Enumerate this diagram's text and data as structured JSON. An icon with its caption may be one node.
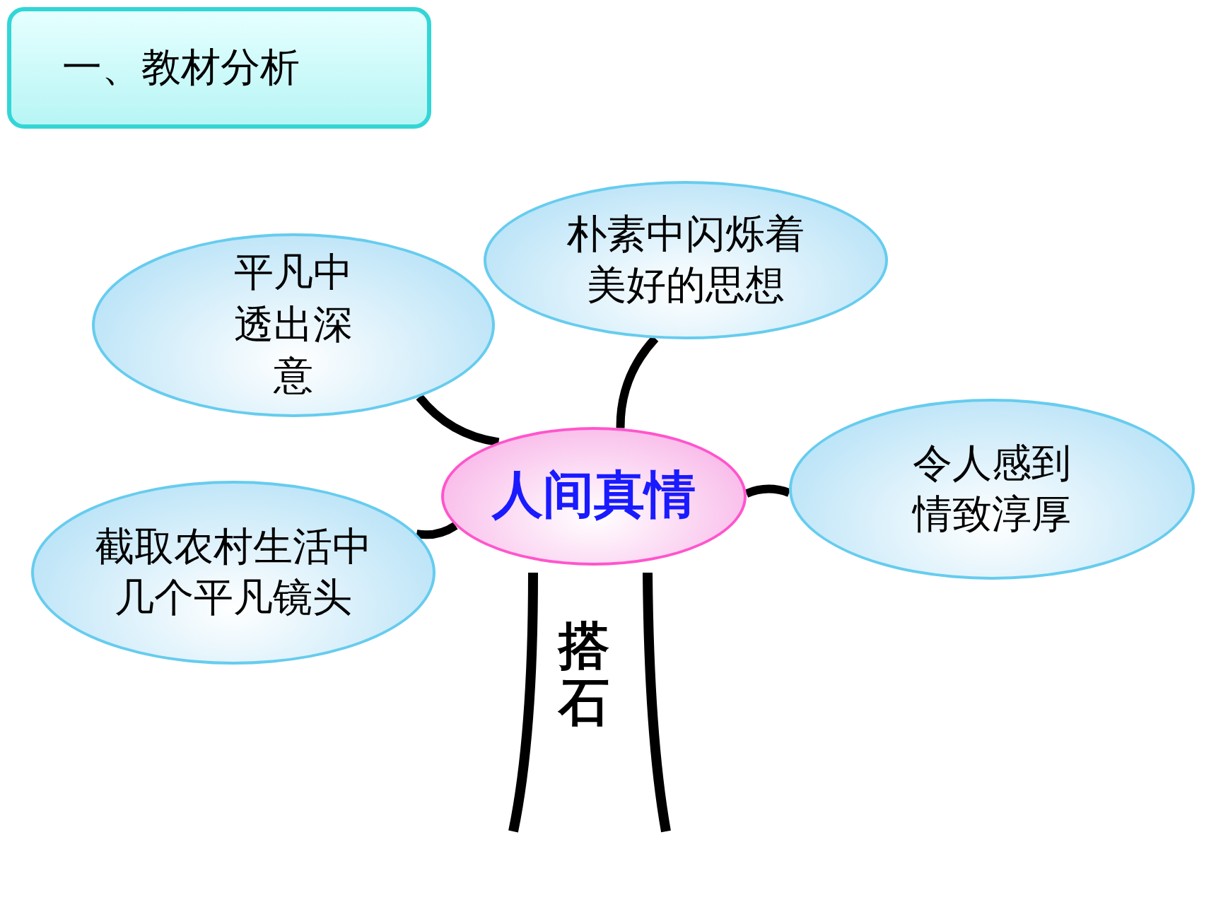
{
  "diagram": {
    "title": "一、教材分析",
    "nodes": [
      {
        "text": [
          "朴素中闪烁着美好的思想"
        ]
      },
      {
        "text": [
          "平凡中透出深意"
        ]
      },
      {
        "text": [
          "人间真情"
        ]
      },
      {
        "text": [
          "令人感到情致淳厚"
        ]
      },
      {
        "text": [
          "截取农村生活中几个平凡镜头"
        ]
      },
      {
        "text": [
          "搭石"
        ]
      }
    ],
    "edges": [
      {
        "from": 2,
        "to": 0,
        "arrow": "none"
      },
      {
        "from": 2,
        "to": 1,
        "arrow": "none"
      },
      {
        "from": 2,
        "to": 3,
        "arrow": "none"
      },
      {
        "from": 2,
        "to": 4,
        "arrow": "none"
      }
    ]
  }
}
